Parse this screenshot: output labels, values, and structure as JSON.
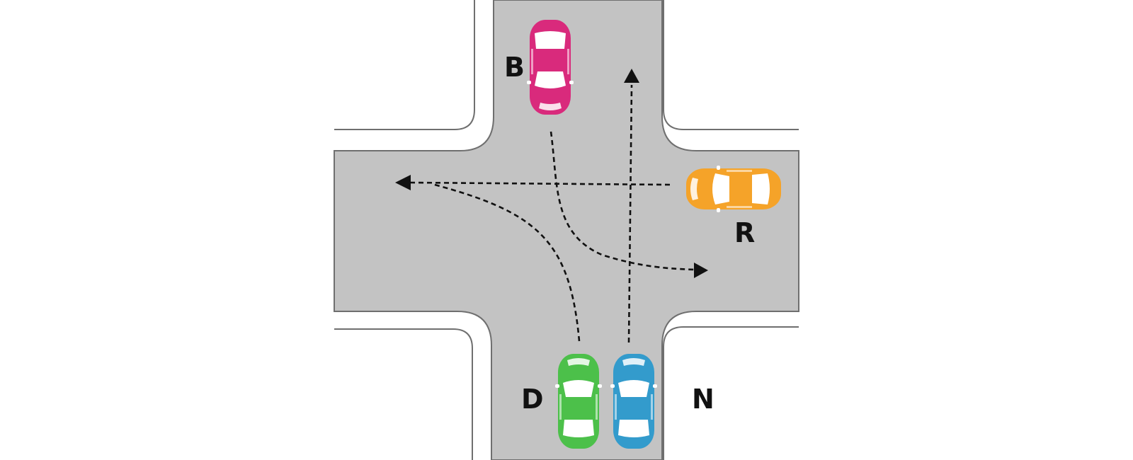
{
  "colors": {
    "road": "#c3c3c3",
    "curb_line": "#6f6f6f",
    "background": "#ffffff",
    "path": "#111111"
  },
  "vehicles": [
    {
      "id": "B",
      "label": "B",
      "color": "#d92a7c",
      "heading": "south"
    },
    {
      "id": "R",
      "label": "R",
      "color": "#f5a329",
      "heading": "west"
    },
    {
      "id": "D",
      "label": "D",
      "color": "#4cc04a",
      "heading": "north"
    },
    {
      "id": "N",
      "label": "N",
      "color": "#339bcc",
      "heading": "north"
    }
  ]
}
